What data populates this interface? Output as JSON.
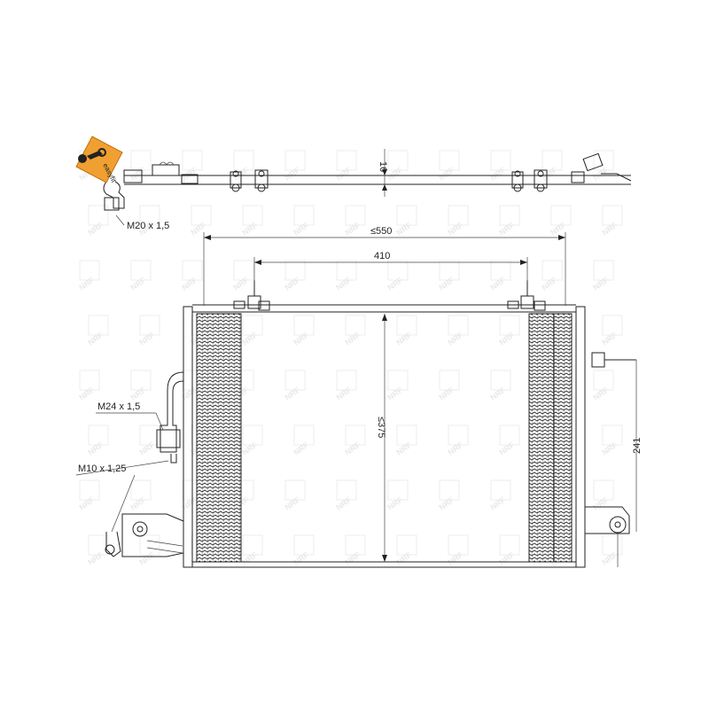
{
  "labels": {
    "thread_top": "M20 x 1,5",
    "thread_mid": "M24 x 1,5",
    "thread_low": "M10 x 1,25"
  },
  "dimensions": {
    "thickness": "16",
    "overall_width": "≤550",
    "mount_spacing": "410",
    "core_height": "≤375",
    "side_height": "241"
  },
  "badge": {
    "text": "easyfit",
    "icon": "wrench-tag-icon",
    "color": "#f0a030"
  },
  "watermark": {
    "text": "NRF"
  }
}
